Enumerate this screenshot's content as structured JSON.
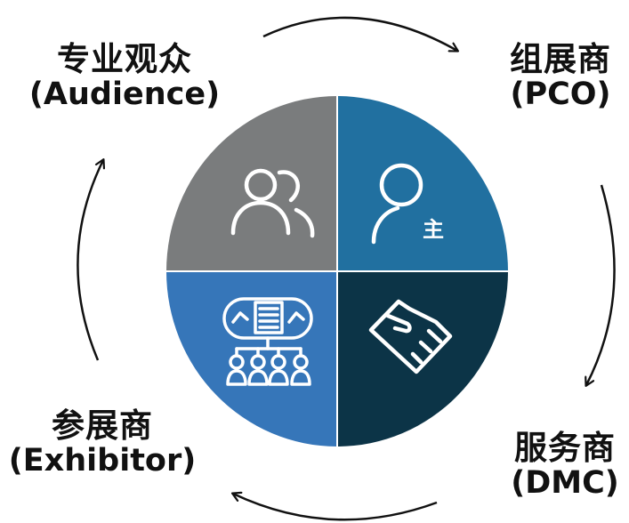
{
  "colors": {
    "audience": "#7a7c7d",
    "pco": "#2170a0",
    "exhibitor": "#3676b9",
    "dmc": "#0c3447",
    "icon_stroke": "#ffffff",
    "arrow": "#111111",
    "text": "#111111"
  },
  "labels": {
    "audience": {
      "cn": "专业观众",
      "en": "(Audience)"
    },
    "pco": {
      "cn": "组展商",
      "en": "(PCO)"
    },
    "exhibitor": {
      "cn": "参展商",
      "en": "(Exhibitor)"
    },
    "dmc": {
      "cn": "服务商",
      "en": "(DMC)"
    }
  },
  "icons": {
    "audience": "people-group-icon",
    "pco": "host-person-icon",
    "exhibitor": "exhibition-booth-icon",
    "dmc": "handshake-icon"
  },
  "pco_icon_glyph": "主"
}
